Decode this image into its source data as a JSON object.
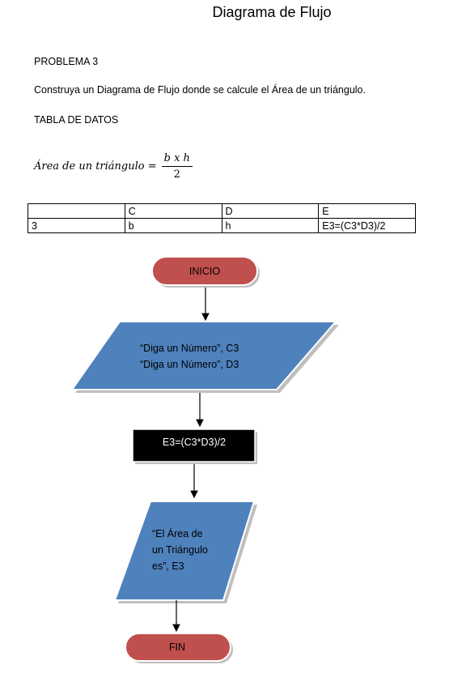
{
  "document": {
    "title": "Diagrama de Flujo",
    "problem_label": "PROBLEMA 3",
    "statement": "Construya un Diagrama de Flujo donde se calcule el Área de un triángulo.",
    "table_heading": "TABLA DE DATOS"
  },
  "formula": {
    "lhs": "Área de un triángulo =",
    "numerator": "b x h",
    "denominator": "2"
  },
  "data_table": {
    "header": [
      "",
      "C",
      "D",
      "E"
    ],
    "row": [
      "3",
      "b",
      "h",
      "E3=(C3*D3)/2"
    ]
  },
  "flowchart": {
    "start": "INICIO",
    "input_lines": [
      "“Diga un Número”, C3",
      "“Diga un Número”, D3"
    ],
    "process": "E3=(C3*D3)/2",
    "output_lines": [
      "“El Área de",
      "un Triángulo",
      "es”, E3"
    ],
    "end": "FIN",
    "colors": {
      "terminal_fill": "#c0504d",
      "io_fill": "#4f81bd",
      "process_fill": "#000000",
      "shadow": "#bfbfbf"
    }
  }
}
